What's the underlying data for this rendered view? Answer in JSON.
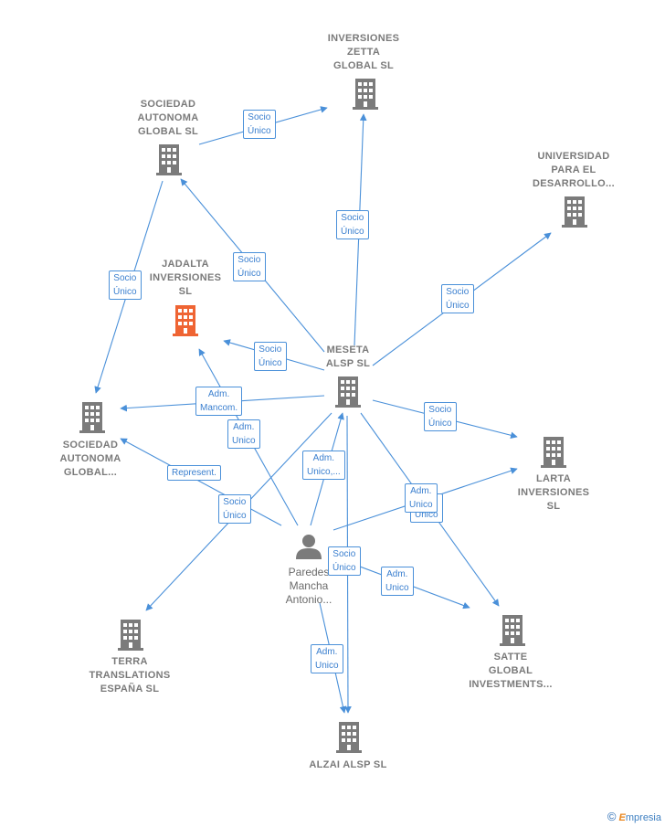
{
  "colors": {
    "edge": "#4a90d9",
    "company_icon": "#7b7b7b",
    "highlight_icon": "#ef6433",
    "person_icon": "#7b7b7b"
  },
  "nodes": {
    "inversiones_zetta": "INVERSIONES\nZETTA\nGLOBAL SL",
    "sociedad_autonoma_top": "SOCIEDAD\nAUTONOMA\nGLOBAL SL",
    "universidad": "UNIVERSIDAD\nPARA EL\nDESARROLLO...",
    "jadalta": "JADALTA\nINVERSIONES\nSL",
    "meseta": "MESETA\nALSP SL",
    "sociedad_autonoma_left": "SOCIEDAD\nAUTONOMA\nGLOBAL...",
    "larta": "LARTA\nINVERSIONES\nSL",
    "paredes": "Paredes\nMancha\nAntonio...",
    "terra": "TERRA\nTRANSLATIONS\nESPAÑA SL",
    "satte": "SATTE\nGLOBAL\nINVESTMENTS...",
    "alzai": "ALZAI ALSP SL"
  },
  "edge_labels": {
    "socio_unico": "Socio\nÚnico",
    "adm_mancom": "Adm.\nMancom.",
    "adm_unico": "Adm.\nUnico",
    "adm_unico_trunc": "Adm.\nUnico,...",
    "represent": "Represent."
  },
  "icons": {
    "company": "building-icon",
    "person": "person-icon"
  },
  "credit": {
    "copyright": "©",
    "brand_initial": "E",
    "brand_rest": "mpresia"
  }
}
